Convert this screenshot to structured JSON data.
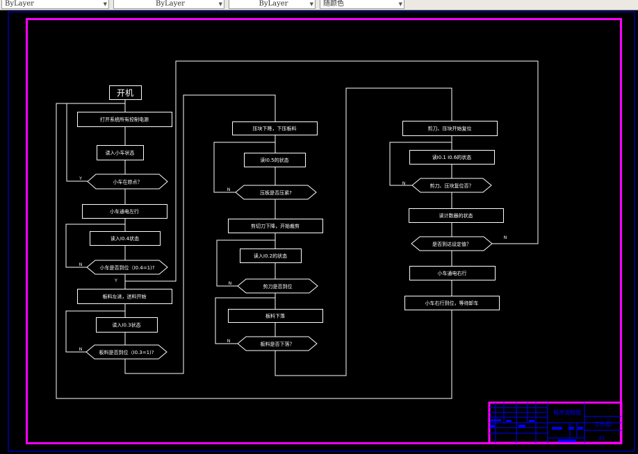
{
  "toolbar": {
    "dropdowns": [
      "ByLayer",
      "ByLayer",
      "ByLayer",
      "随颜色"
    ]
  },
  "colors": {
    "frame": "#ff00ff",
    "border": "#0000ff",
    "line": "#ffffff",
    "background": "#000000"
  },
  "flowchart": {
    "start": "开机",
    "col1": [
      "打开系统所有控制电源",
      "读入小车状态",
      "小车在原点？",
      "小车通电左行",
      "读入I0.4状态",
      "小车是否到位（I0.4=1)?",
      "板料左进，送料开始",
      "读入I0.3状态",
      "板料是否到位（I0.3=1)?"
    ],
    "col2": [
      "压块下降，下压板料",
      "读I0.5的状态",
      "压板是否压紧?",
      "剪切刀下降，开始裁剪",
      "读入I0.2的状态",
      "剪刀是否到位",
      "板料下落",
      "板料是否下落？"
    ],
    "col3": [
      "剪刀、压块开始复位",
      "读I0.1 I0.6的状态",
      "剪刀、压块复位否？",
      "读计数器的状态",
      "是否到达设定值？",
      "小车通电右行",
      "小车右行到位，等待卸车"
    ],
    "labels": {
      "yes": "Y",
      "no": "N"
    }
  },
  "title_block": {
    "title": "程序流程图",
    "drawing": "工作图",
    "size": "A1"
  }
}
